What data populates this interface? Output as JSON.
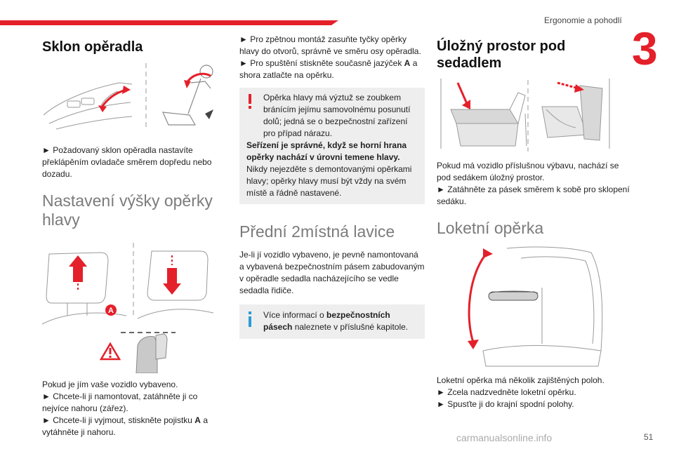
{
  "header": {
    "section_title": "Ergonomie a pohodlí",
    "chapter_number": "3",
    "accent_color": "#e4202a"
  },
  "footer": {
    "page_number": "51",
    "watermark": "carmanualsonline.info"
  },
  "col1": {
    "backrest_title": "Sklon opěradla",
    "backrest_text": "► Požadovaný sklon opěradla nastavíte překlápěním ovladače směrem dopředu nebo dozadu.",
    "headrest_title": "Nastavení výšky opěrky hlavy",
    "headrest_label_a": "A",
    "headrest_p1": "Pokud je jím vaše vozidlo vybaveno.",
    "headrest_p2": "► Chcete-li ji namontovat, zatáhněte ji co nejvíce nahoru (zářez).",
    "headrest_p3_pre": "► Chcete-li ji vyjmout, stiskněte pojistku",
    "headrest_p3_bold": "A",
    "headrest_p3_post": "a vytáhněte ji nahoru."
  },
  "col2": {
    "p1": "► Pro zpětnou montáž zasuňte tyčky opěrky hlavy do otvorů, správně ve směru osy opěradla.",
    "p2_pre": "► Pro spuštění stiskněte současně jazýček",
    "p2_bold": "A",
    "p2_post": "a shora zatlačte na opěrku.",
    "warn_text1": "Opěrka hlavy má výztuž se zoubkem bránícím jejímu samovolnému posunutí dolů; jedná se o bezpečnostní zařízení pro případ nárazu.",
    "warn_text2": "Seřízení je správné, když se horní hrana opěrky nachází v úrovni temene hlavy.",
    "warn_text3": "Nikdy nejezděte s demontovanými opěrkami hlavy; opěrky hlavy musí být vždy na svém místě a řádně nastavené.",
    "bench_title": "Přední 2místná lavice",
    "bench_text": "Je-li jí vozidlo vybaveno, je pevně namontovaná a vybavená bezpečnostním pásem zabudovaným v opěradle sedadla nacházejícího se vedle sedadla řidiče.",
    "info_pre": "Více informací o",
    "info_bold": "bezpečnostních pásech",
    "info_post": "naleznete v příslušné kapitole."
  },
  "col3": {
    "storage_title": "Úložný prostor pod sedadlem",
    "storage_p1": "Pokud má vozidlo příslušnou výbavu, nachází se pod sedákem úložný prostor.",
    "storage_p2": "► Zatáhněte za pásek směrem k sobě pro sklopení sedáku.",
    "armrest_title": "Loketní opěrka",
    "armrest_p1": "Loketní opěrka má několik zajištěných poloh.",
    "armrest_p2": "► Zcela nadzvedněte loketní opěrku.",
    "armrest_p3": "► Spusťte ji do krajní spodní polohy."
  }
}
